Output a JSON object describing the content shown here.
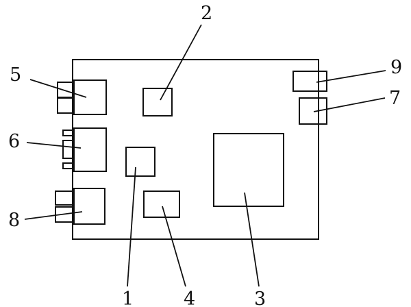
{
  "diagram": {
    "line_color": "#111111",
    "background": "#ffffff",
    "labels": {
      "n1": "1",
      "n2": "2",
      "n3": "3",
      "n4": "4",
      "n5": "5",
      "n6": "6",
      "n7": "7",
      "n8": "8",
      "n9": "9"
    }
  }
}
